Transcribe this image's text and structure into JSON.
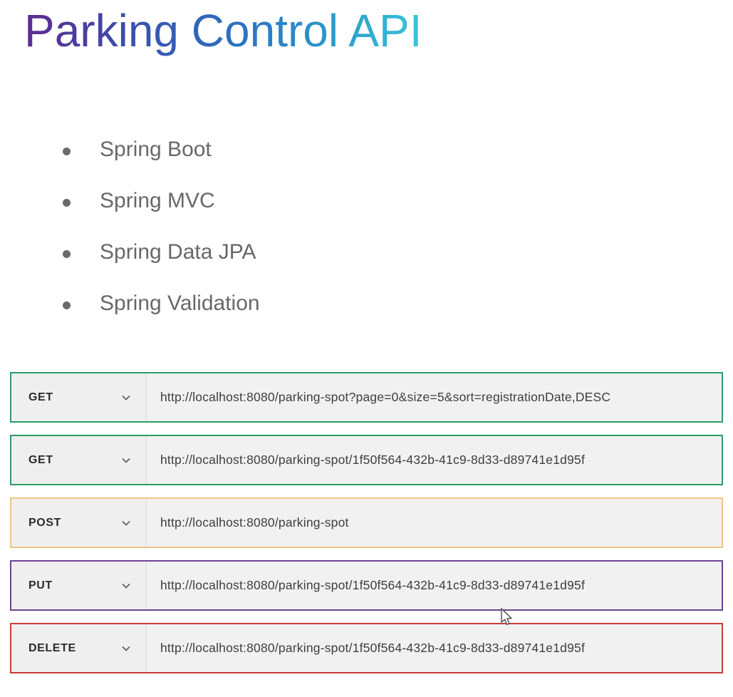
{
  "title": {
    "text": "Parking Control API",
    "gradient_colors": [
      "#5e2b8f",
      "#3a51ae",
      "#2b74c2",
      "#38c5da"
    ]
  },
  "features": [
    {
      "label": "Spring Boot"
    },
    {
      "label": "Spring MVC"
    },
    {
      "label": "Spring Data JPA"
    },
    {
      "label": "Spring Validation"
    }
  ],
  "requests": [
    {
      "method": "GET",
      "url": "http://localhost:8080/parking-spot?page=0&size=5&sort=registrationDate,DESC",
      "border_color": "#2e9c68"
    },
    {
      "method": "GET",
      "url": "http://localhost:8080/parking-spot/1f50f564-432b-41c9-8d33-d89741e1d95f",
      "border_color": "#2e9c68"
    },
    {
      "method": "POST",
      "url": "http://localhost:8080/parking-spot",
      "border_color": "#eec585"
    },
    {
      "method": "PUT",
      "url": "http://localhost:8080/parking-spot/1f50f564-432b-41c9-8d33-d89741e1d95f",
      "border_color": "#6d4294"
    },
    {
      "method": "DELETE",
      "url": "http://localhost:8080/parking-spot/1f50f564-432b-41c9-8d33-d89741e1d95f",
      "border_color": "#c83c3c"
    }
  ],
  "icons": {
    "method_dropdown": "chevron-down-icon",
    "cursor": "arrow-pointer"
  },
  "colors": {
    "bar_background": "#f1f1f1",
    "method_text": "#2b2b2b",
    "url_text": "#3e3e3e",
    "bullet_text": "#686868"
  }
}
